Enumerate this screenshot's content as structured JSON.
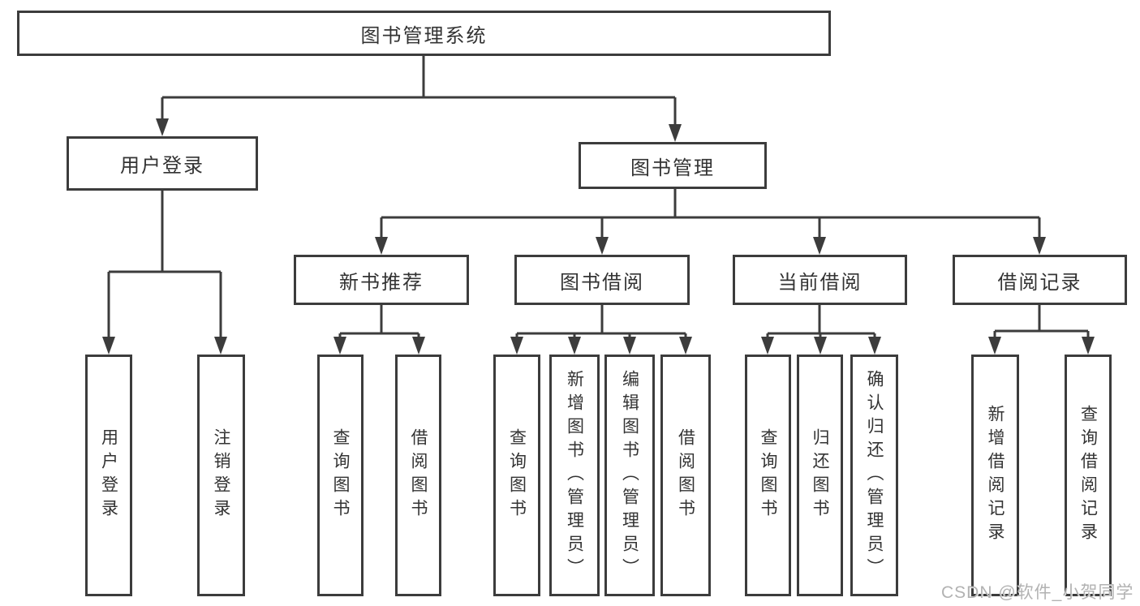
{
  "diagram_type": "tree",
  "colors": {
    "background": "#ffffff",
    "line": "#3c3c3c",
    "box_border": "#3c3c3c",
    "text": "#333333",
    "watermark": "#b2b2b2"
  },
  "tree": {
    "label": "图书管理系统",
    "children": [
      {
        "label": "用户登录",
        "children": [
          {
            "label": "用户登录"
          },
          {
            "label": "注销登录"
          }
        ]
      },
      {
        "label": "图书管理",
        "children": [
          {
            "label": "新书推荐",
            "children": [
              {
                "label": "查询图书"
              },
              {
                "label": "借阅图书"
              }
            ]
          },
          {
            "label": "图书借阅",
            "children": [
              {
                "label": "查询图书"
              },
              {
                "label": "新增图书（管理员）"
              },
              {
                "label": "编辑图书（管理员）"
              },
              {
                "label": "借阅图书"
              }
            ]
          },
          {
            "label": "当前借阅",
            "children": [
              {
                "label": "查询图书"
              },
              {
                "label": "归还图书"
              },
              {
                "label": "确认归还（管理员）"
              }
            ]
          },
          {
            "label": "借阅记录",
            "children": [
              {
                "label": "新增借阅记录"
              },
              {
                "label": "查询借阅记录"
              }
            ]
          }
        ]
      }
    ]
  },
  "watermark": "CSDN @软件_小贺同学"
}
